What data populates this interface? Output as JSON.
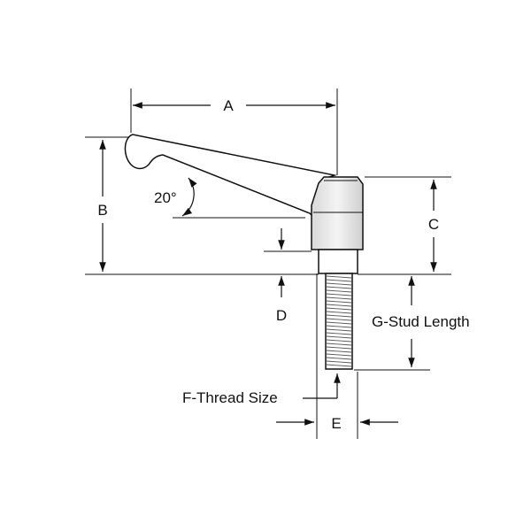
{
  "labels": {
    "a": "A",
    "b": "B",
    "c": "C",
    "d": "D",
    "e": "E",
    "angle": "20°",
    "thread": "F-Thread Size",
    "stud": "G-Stud Length"
  }
}
